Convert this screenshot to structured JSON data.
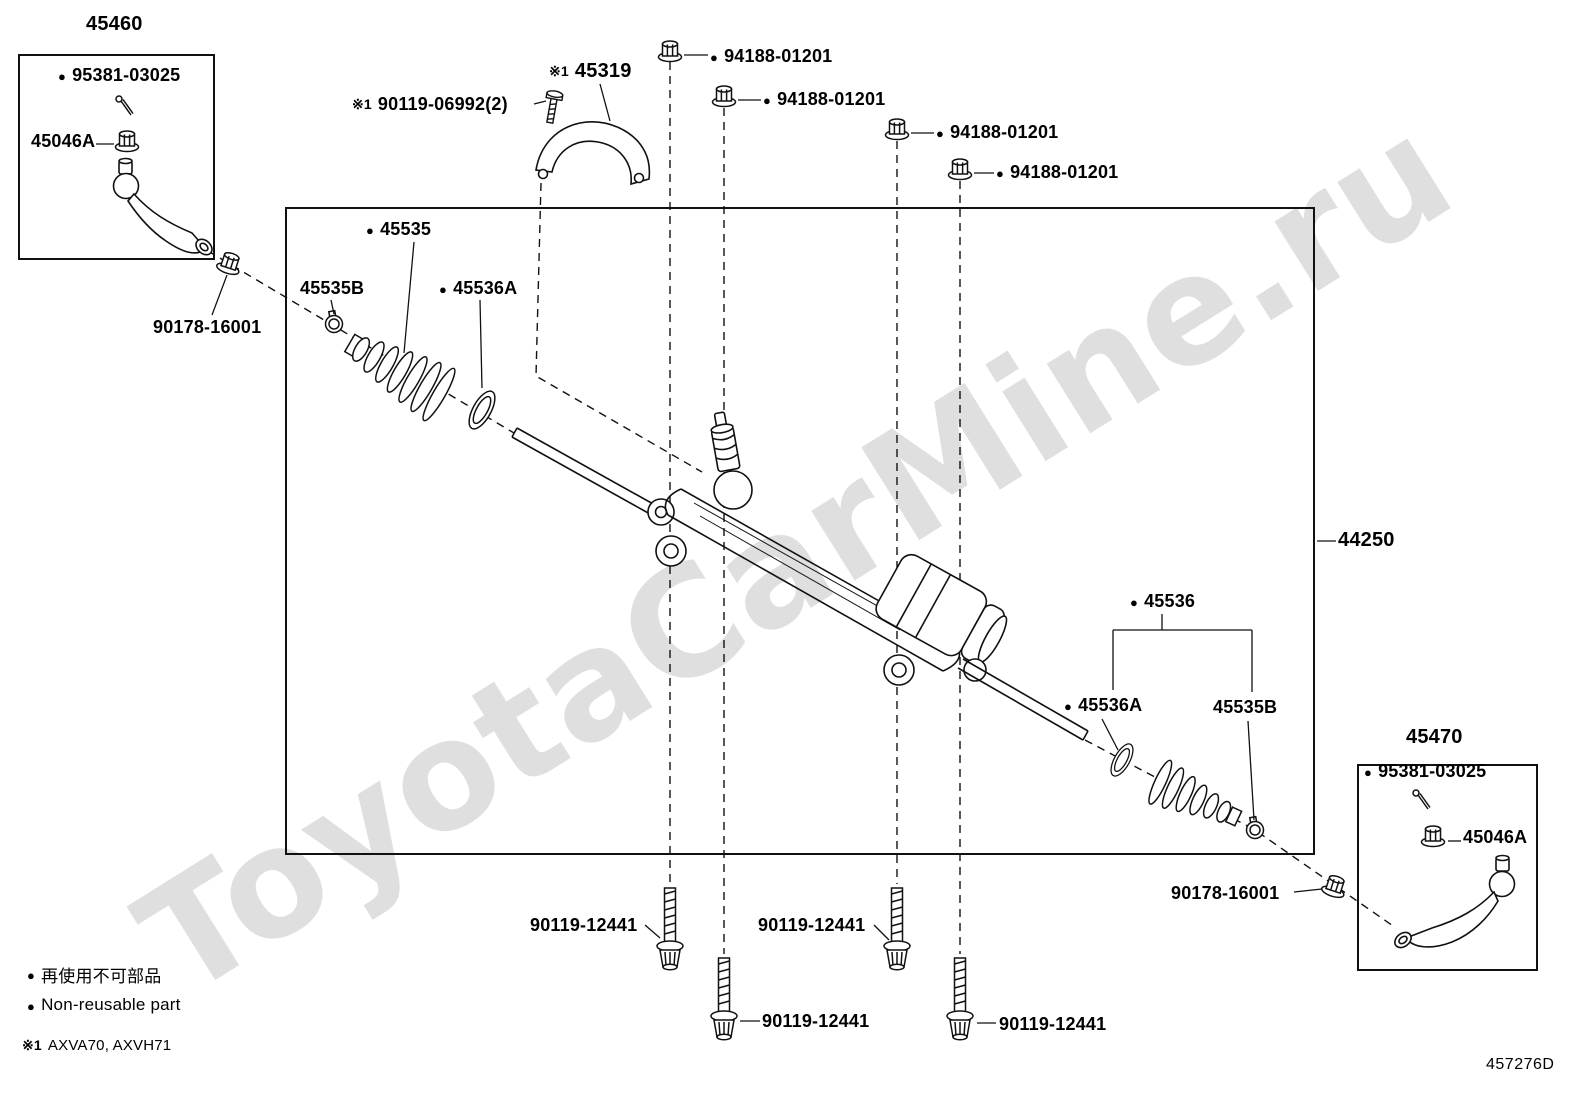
{
  "watermark": "ToyotaCarMine.ru",
  "diagram_code": "457276D",
  "symbols": {
    "bullet": "●",
    "note1": "※1"
  },
  "legend": {
    "jp": "再使用不可部品",
    "en": "Non-reusable part",
    "note": "AXVA70, AXVH71"
  },
  "parts": {
    "assembly": "44250",
    "tie_rod_end_lh": "45460",
    "tie_rod_end_rh": "45470",
    "castle_nut": "95381-03025",
    "lock_nut_a": "45046A",
    "rack_nut": "90178-16001",
    "bracket_bolt": "90119-06992(2)",
    "bracket": "45319",
    "flange_nut": "94188-01201",
    "boot_lh": "45535",
    "clip": "45535B",
    "clamp_ring": "45536A",
    "boot_kit_rh": "45536",
    "mount_bolt": "90119-12441"
  }
}
